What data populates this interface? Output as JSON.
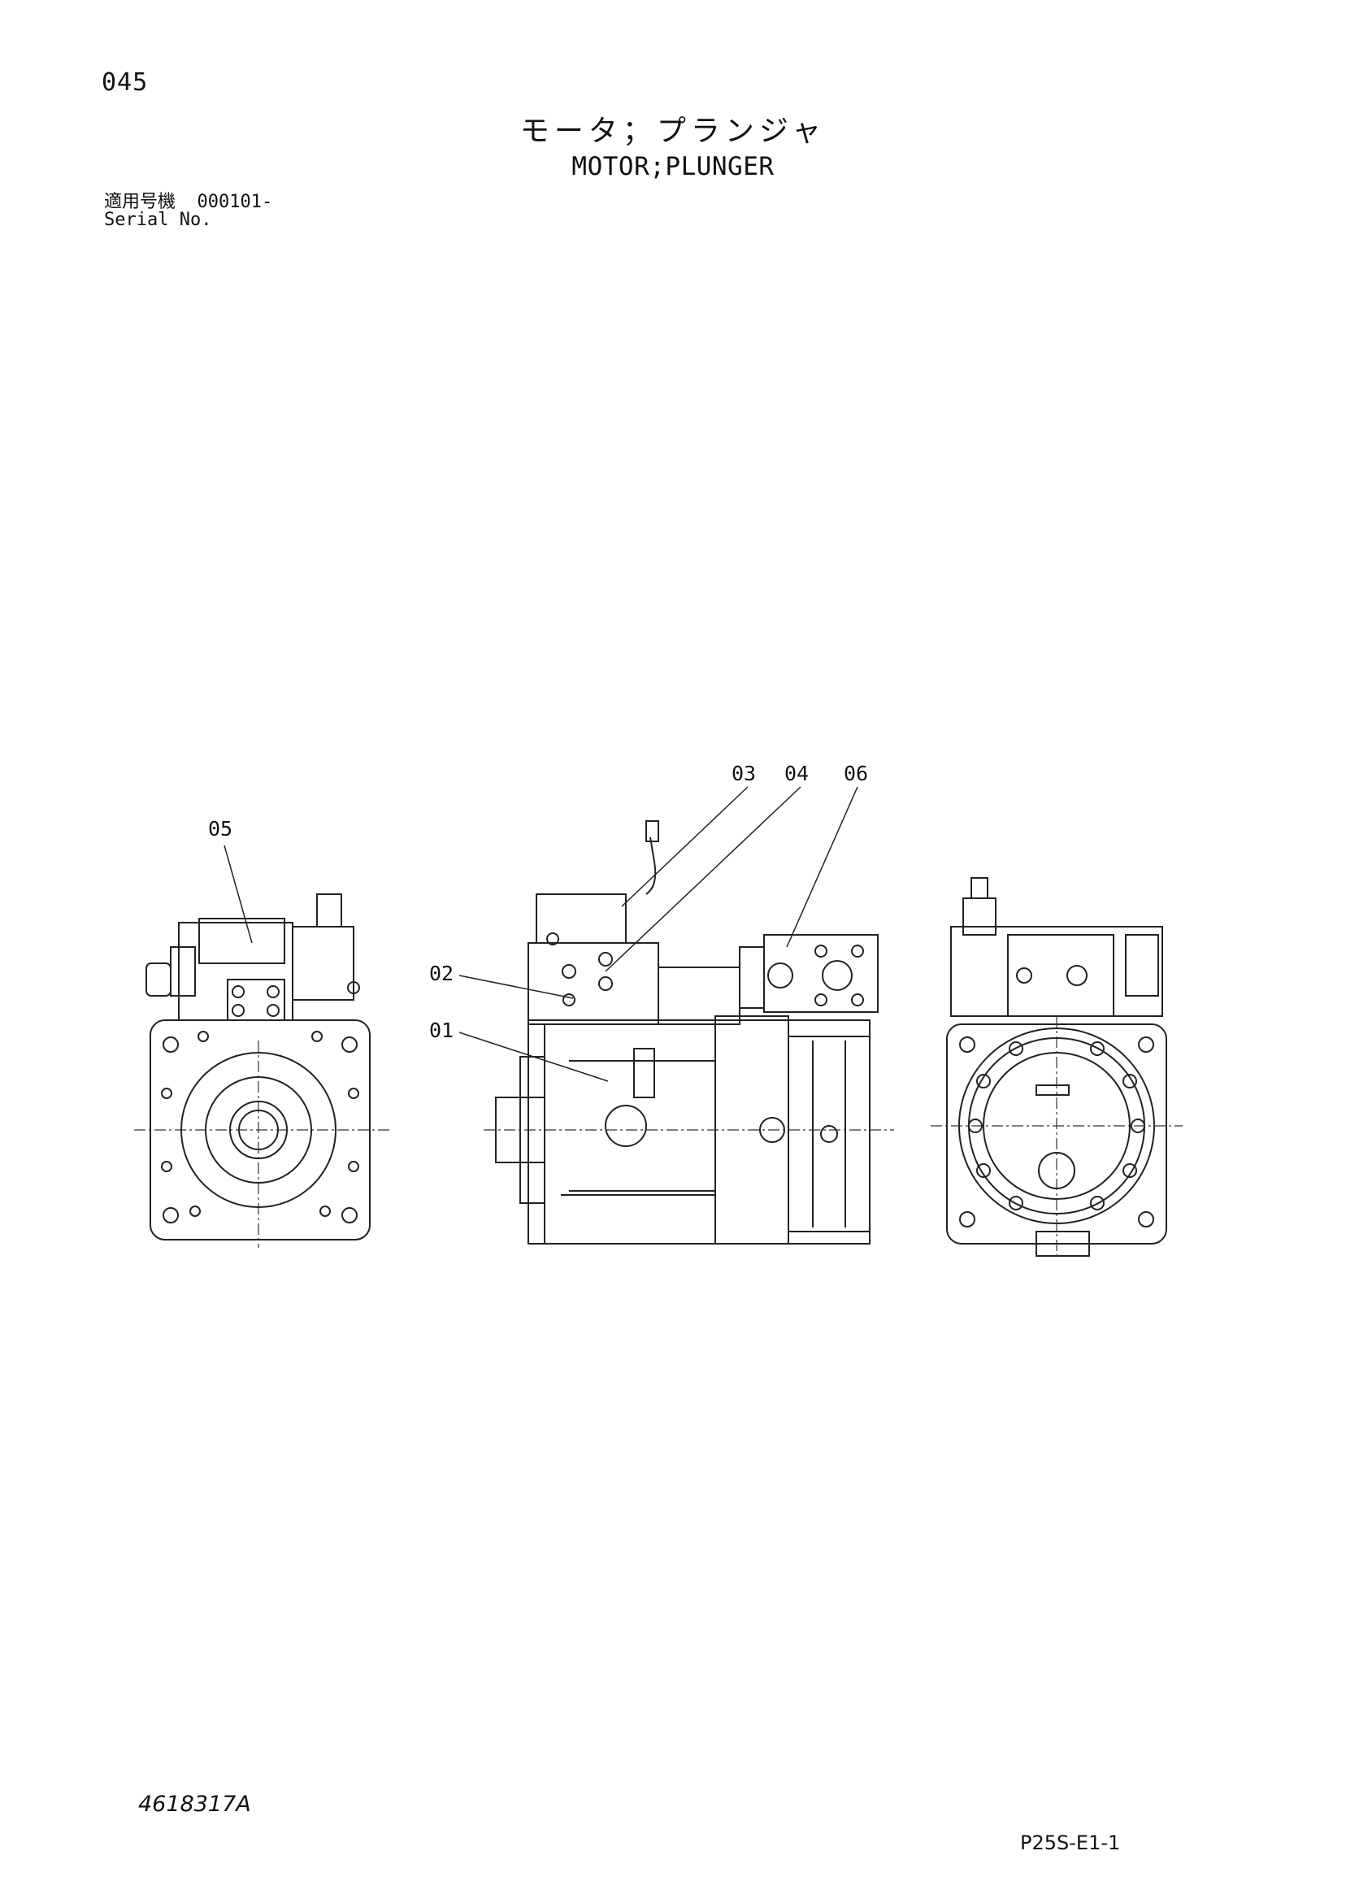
{
  "header": {
    "page_number": "045",
    "title_jp": "モータ；プランジャ",
    "title_en": "MOTOR;PLUNGER",
    "serial_label_jp": "適用号機",
    "serial_value": "000101-",
    "serial_label_en": "Serial No."
  },
  "callouts": {
    "c01": "01",
    "c02": "02",
    "c03": "03",
    "c04": "04",
    "c05": "05",
    "c06": "06"
  },
  "footer": {
    "drawing_number": "4618317A",
    "page_code": "P25S-E1-1"
  }
}
